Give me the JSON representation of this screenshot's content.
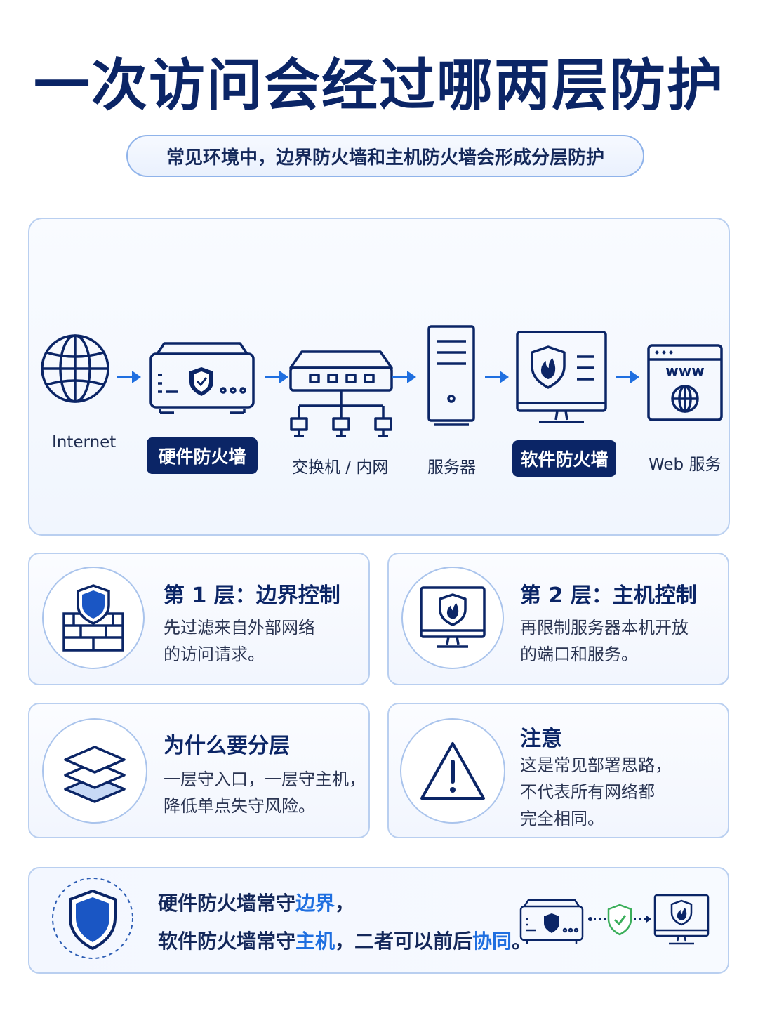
{
  "title": "一次访问会经过哪两层防护",
  "subtitle": "常见环境中，边界防火墙和主机防火墙会形成分层防护",
  "flow": {
    "internet": "Internet",
    "hardware_fw": "硬件防火墙",
    "switch": "交换机 / 内网",
    "server": "服务器",
    "software_fw": "软件防火墙",
    "web": "Web 服务",
    "www_text": "www"
  },
  "cards": {
    "layer1": {
      "title": "第 1 层：边界控制",
      "line1": "先过滤来自外部网络",
      "line2": "的访问请求。"
    },
    "layer2": {
      "title": "第 2 层：主机控制",
      "line1": "再限制服务器本机开放",
      "line2": "的端口和服务。"
    },
    "why": {
      "title": "为什么要分层",
      "line1": "一层守入口，一层守主机，",
      "line2": "降低单点失守风险。"
    },
    "note": {
      "title": "注意",
      "line1": "这是常见部署思路，",
      "line2": "不代表所有网络都",
      "line3": "完全相同。"
    }
  },
  "summary": {
    "l1_a": "硬件防火墙常守",
    "l1_b": "边界",
    "l1_c": "，",
    "l2_a": "软件防火墙常守",
    "l2_b": "主机",
    "l2_c": "，二者可以前后",
    "l2_d": "协同",
    "l2_e": "。"
  },
  "colors": {
    "navy": "#0b2566",
    "accent_blue": "#1f6fe0",
    "check_green": "#3aae5a",
    "border": "#b9cff0"
  },
  "icons": [
    "globe-icon",
    "firewall-appliance-icon",
    "network-switch-icon",
    "server-tower-icon",
    "monitor-flame-shield-icon",
    "browser-www-icon",
    "brick-wall-shield-icon",
    "layers-icon",
    "warning-triangle-icon",
    "shield-icon",
    "check-shield-icon"
  ]
}
